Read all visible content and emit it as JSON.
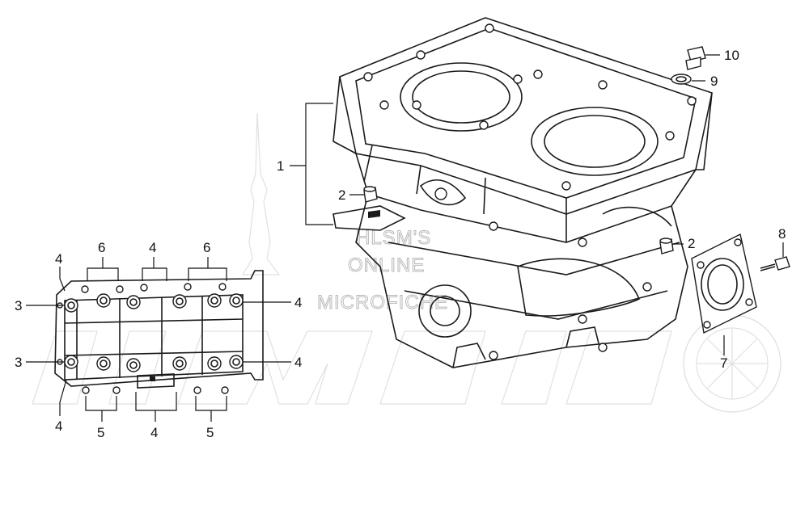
{
  "watermark": {
    "lines": [
      "HLSM'S",
      "ONLINE",
      "MICROFICHE"
    ]
  },
  "callouts": {
    "c1": "1",
    "c2a": "2",
    "c2b": "2",
    "c3a": "3",
    "c3b": "3",
    "c4a": "4",
    "c4b": "4",
    "c4c": "4",
    "c4d": "4",
    "c4e": "4",
    "c4f": "4",
    "c5a": "5",
    "c5b": "5",
    "c6a": "6",
    "c6b": "6",
    "c7": "7",
    "c8": "8",
    "c9": "9",
    "c10": "10"
  },
  "colors": {
    "line": "#111111",
    "watermark": "#b8b8b8"
  }
}
